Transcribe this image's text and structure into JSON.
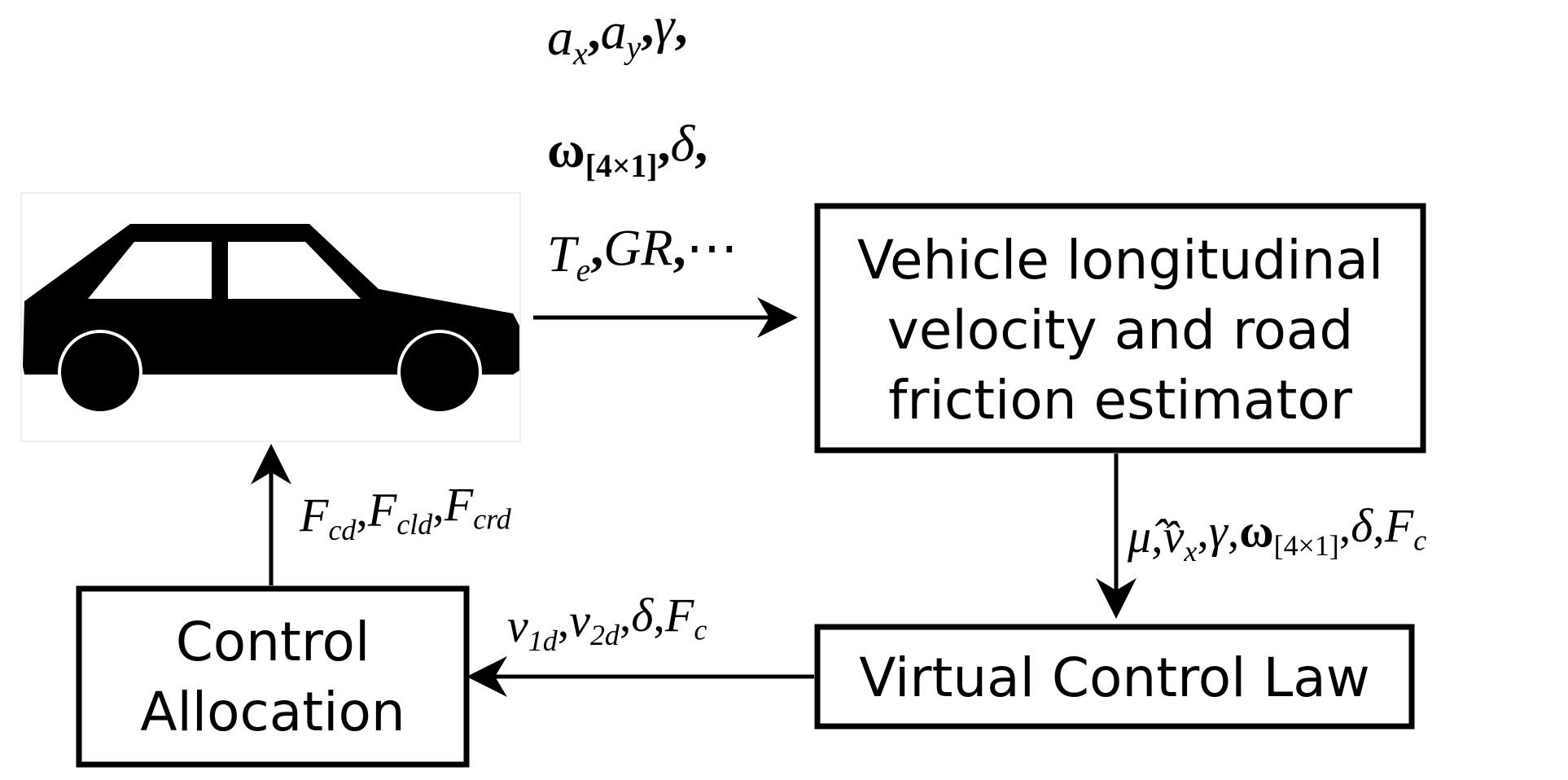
{
  "blocks": {
    "estimator": [
      "Vehicle longitudinal",
      "velocity and road",
      "friction estimator"
    ],
    "virtual_control_law": "Virtual Control Law",
    "control_allocation": [
      "Control",
      "Allocation"
    ]
  },
  "signals": {
    "car_to_estimator": {
      "line1": [
        {
          "text": "a",
          "style": "it"
        },
        {
          "text": "x",
          "style": "it-sub"
        },
        {
          "text": ",",
          "style": "bold"
        },
        {
          "text": "a",
          "style": "it"
        },
        {
          "text": "y",
          "style": "it-sub"
        },
        {
          "text": ",",
          "style": "bold"
        },
        {
          "text": "γ",
          "style": "it"
        },
        {
          "text": ",",
          "style": "bold"
        }
      ],
      "line2": [
        {
          "text": "ω",
          "style": "bold"
        },
        {
          "text": "[4×1]",
          "style": "bold-sub"
        },
        {
          "text": ",",
          "style": "bold"
        },
        {
          "text": "δ",
          "style": "it"
        },
        {
          "text": ",",
          "style": "bold"
        }
      ],
      "line3": [
        {
          "text": "T",
          "style": "it"
        },
        {
          "text": "e",
          "style": "it-sub"
        },
        {
          "text": ",",
          "style": "bold"
        },
        {
          "text": "GR",
          "style": "it"
        },
        {
          "text": ",",
          "style": "bold"
        },
        {
          "text": "⋯",
          "style": "normal"
        }
      ]
    },
    "estimator_to_vcl": [
      {
        "text": "μ̂",
        "style": "it"
      },
      {
        "text": ",",
        "style": "normal"
      },
      {
        "text": "v̂",
        "style": "it"
      },
      {
        "text": "x",
        "style": "it-sub"
      },
      {
        "text": ",",
        "style": "normal"
      },
      {
        "text": "γ",
        "style": "it"
      },
      {
        "text": ",",
        "style": "normal"
      },
      {
        "text": "ω",
        "style": "bold"
      },
      {
        "text": "[4×1]",
        "style": "sub"
      },
      {
        "text": ",",
        "style": "normal"
      },
      {
        "text": "δ",
        "style": "it"
      },
      {
        "text": ",",
        "style": "normal"
      },
      {
        "text": "F",
        "style": "it"
      },
      {
        "text": "c",
        "style": "it-sub"
      }
    ],
    "vcl_to_allocation": [
      {
        "text": "v",
        "style": "it"
      },
      {
        "text": "1d",
        "style": "it-sub"
      },
      {
        "text": ",",
        "style": "normal"
      },
      {
        "text": "v",
        "style": "it"
      },
      {
        "text": "2d",
        "style": "it-sub"
      },
      {
        "text": ",",
        "style": "normal"
      },
      {
        "text": "δ",
        "style": "it"
      },
      {
        "text": ",",
        "style": "normal"
      },
      {
        "text": "F",
        "style": "it"
      },
      {
        "text": "c",
        "style": "it-sub"
      }
    ],
    "allocation_to_car": [
      {
        "text": "F",
        "style": "it"
      },
      {
        "text": "cd",
        "style": "it-sub"
      },
      {
        "text": ",",
        "style": "normal"
      },
      {
        "text": "F",
        "style": "it"
      },
      {
        "text": "cld",
        "style": "it-sub"
      },
      {
        "text": ",",
        "style": "normal"
      },
      {
        "text": "F",
        "style": "it"
      },
      {
        "text": "crd",
        "style": "it-sub"
      }
    ]
  },
  "icons": {
    "vehicle": "car-icon"
  }
}
